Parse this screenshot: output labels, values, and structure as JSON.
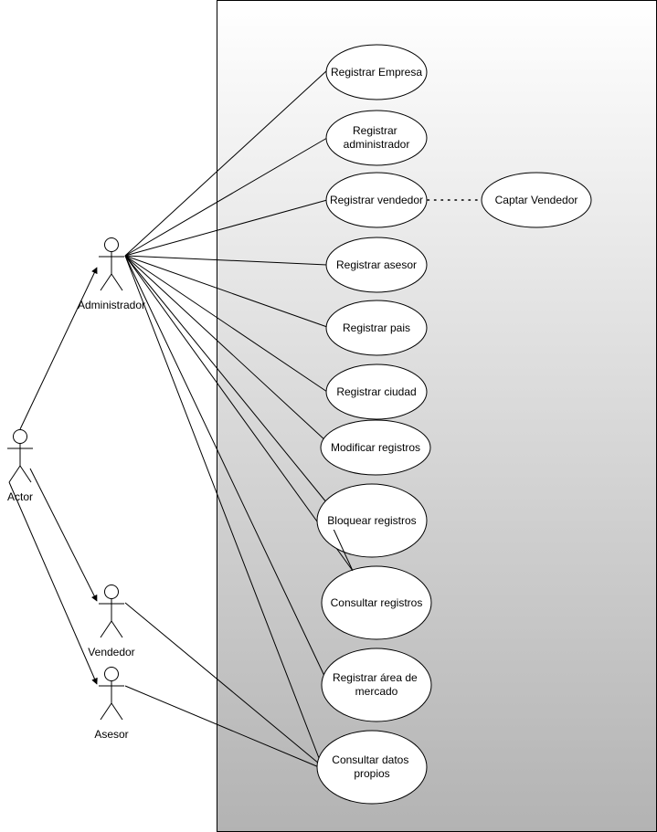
{
  "actors": {
    "actor": "Actor",
    "administrador": "Administrador",
    "vendedor": "Vendedor",
    "asesor": "Asesor"
  },
  "use_cases": {
    "registrar_empresa": [
      "Registrar Empresa"
    ],
    "registrar_administrador": [
      "Registrar",
      "administrador"
    ],
    "registrar_vendedor": [
      "Registrar vendedor"
    ],
    "captar_vendedor": [
      "Captar Vendedor"
    ],
    "registrar_asesor": [
      "Registrar asesor"
    ],
    "registrar_pais": [
      "Registrar pais"
    ],
    "registrar_ciudad": [
      "Registrar ciudad"
    ],
    "modificar_registros": [
      "Modificar registros"
    ],
    "bloquear_registros": [
      "Bloquear registros"
    ],
    "consultar_registros": [
      "Consultar registros"
    ],
    "registrar_area_mercado": [
      "Registrar área de",
      "mercado"
    ],
    "consultar_datos_propios": [
      "Consultar datos",
      "propios"
    ]
  },
  "colors": {
    "boundary_top": "#ffffff",
    "boundary_bottom": "#b3b3b3",
    "stroke": "#000000"
  }
}
